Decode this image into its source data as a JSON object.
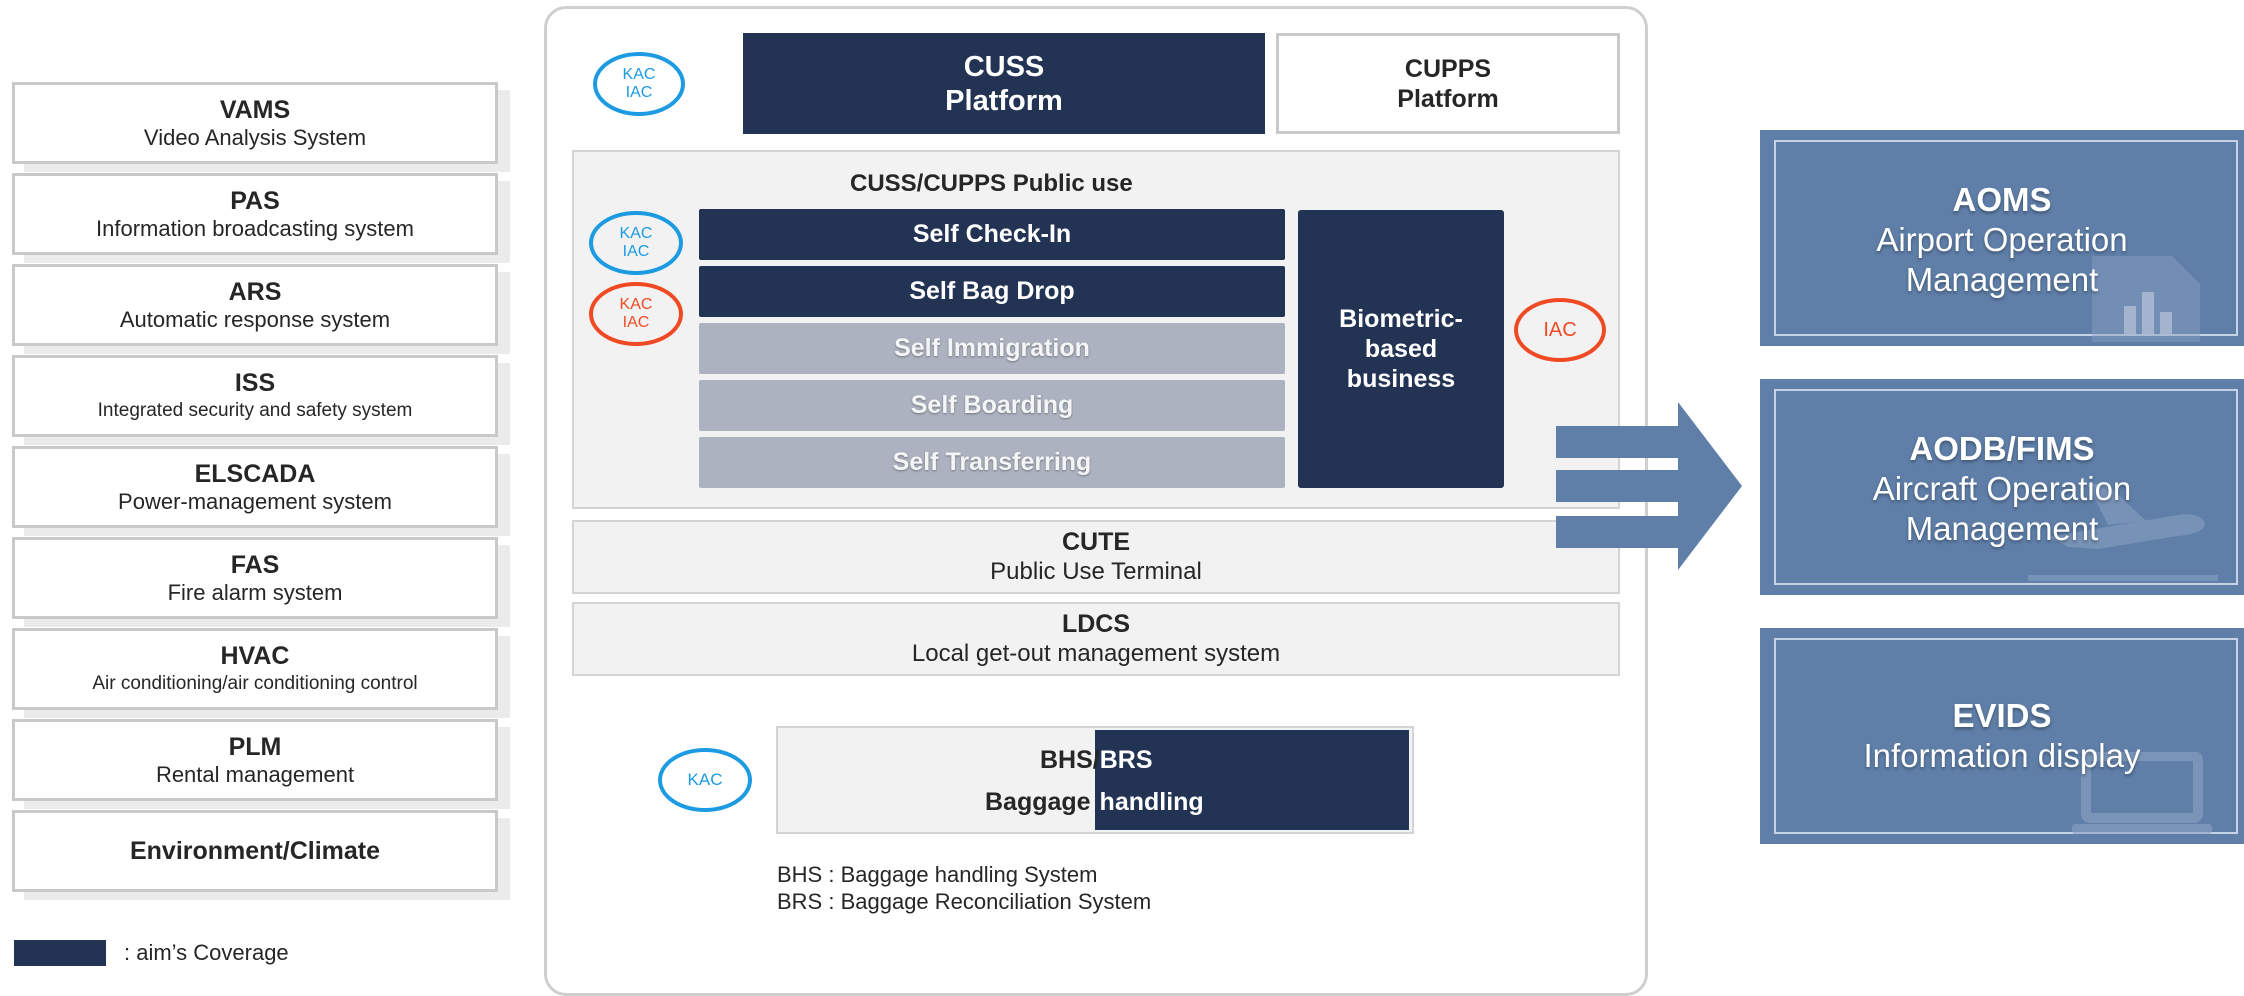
{
  "left_systems": [
    {
      "title": "VAMS",
      "subtitle": "Video Analysis System"
    },
    {
      "title": "PAS",
      "subtitle": "Information broadcasting system"
    },
    {
      "title": "ARS",
      "subtitle": "Automatic response system"
    },
    {
      "title": "ISS",
      "subtitle": "Integrated security and safety system"
    },
    {
      "title": "ELSCADA",
      "subtitle": "Power-management system"
    },
    {
      "title": "FAS",
      "subtitle": "Fire alarm system"
    },
    {
      "title": "HVAC",
      "subtitle": "Air conditioning/air conditioning control"
    },
    {
      "title": "PLM",
      "subtitle": "Rental management"
    },
    {
      "title": "Environment/Climate",
      "subtitle": ""
    }
  ],
  "legend": {
    "text": ": aim’s Coverage",
    "color": "#233354"
  },
  "center": {
    "top_oval": {
      "line1": "KAC",
      "line2": "IAC"
    },
    "cuss": {
      "line1": "CUSS",
      "line2": "Platform"
    },
    "cupps": {
      "line1": "CUPPS",
      "line2": "Platform"
    },
    "public_title": "CUSS/CUPPS Public use",
    "oval_blue": {
      "line1": "KAC",
      "line2": "IAC"
    },
    "oval_red": {
      "line1": "KAC",
      "line2": "IAC"
    },
    "services": [
      {
        "label": "Self Check-In",
        "style": "dark"
      },
      {
        "label": "Self Bag Drop",
        "style": "dark"
      },
      {
        "label": "Self Immigration",
        "style": "grey"
      },
      {
        "label": "Self Boarding",
        "style": "grey"
      },
      {
        "label": "Self Transferring",
        "style": "grey"
      }
    ],
    "biometric": {
      "line1": "Biometric-",
      "line2": "based",
      "line3": "business"
    },
    "iac_oval": "IAC",
    "cute": {
      "title": "CUTE",
      "subtitle": "Public Use Terminal"
    },
    "ldcs": {
      "title": "LDCS",
      "subtitle": "Local get-out management system"
    },
    "bhs_oval": "KAC",
    "bhs": {
      "line1_left": "BHS/",
      "line1_right": "BRS",
      "line2_left": "Baggage",
      "line2_right": "handling"
    },
    "notes": [
      "BHS : Baggage handling System",
      "BRS : Baggage Reconciliation System"
    ]
  },
  "right_panels": [
    {
      "title": "AOMS",
      "line1": "Airport Operation",
      "line2": "Management",
      "icon": "document-chart-icon"
    },
    {
      "title": "AODB/FIMS",
      "line1": "Aircraft Operation",
      "line2": "Management",
      "icon": "airplane-takeoff-icon"
    },
    {
      "title": "EVIDS",
      "line1": "Information display",
      "line2": "",
      "icon": "monitor-icon"
    }
  ],
  "colors": {
    "navy": "#233354",
    "grey_service": "#acb2bf",
    "panel": "#5f7fa9",
    "oval_blue": "#1c9be2",
    "oval_red": "#ef4a23"
  }
}
